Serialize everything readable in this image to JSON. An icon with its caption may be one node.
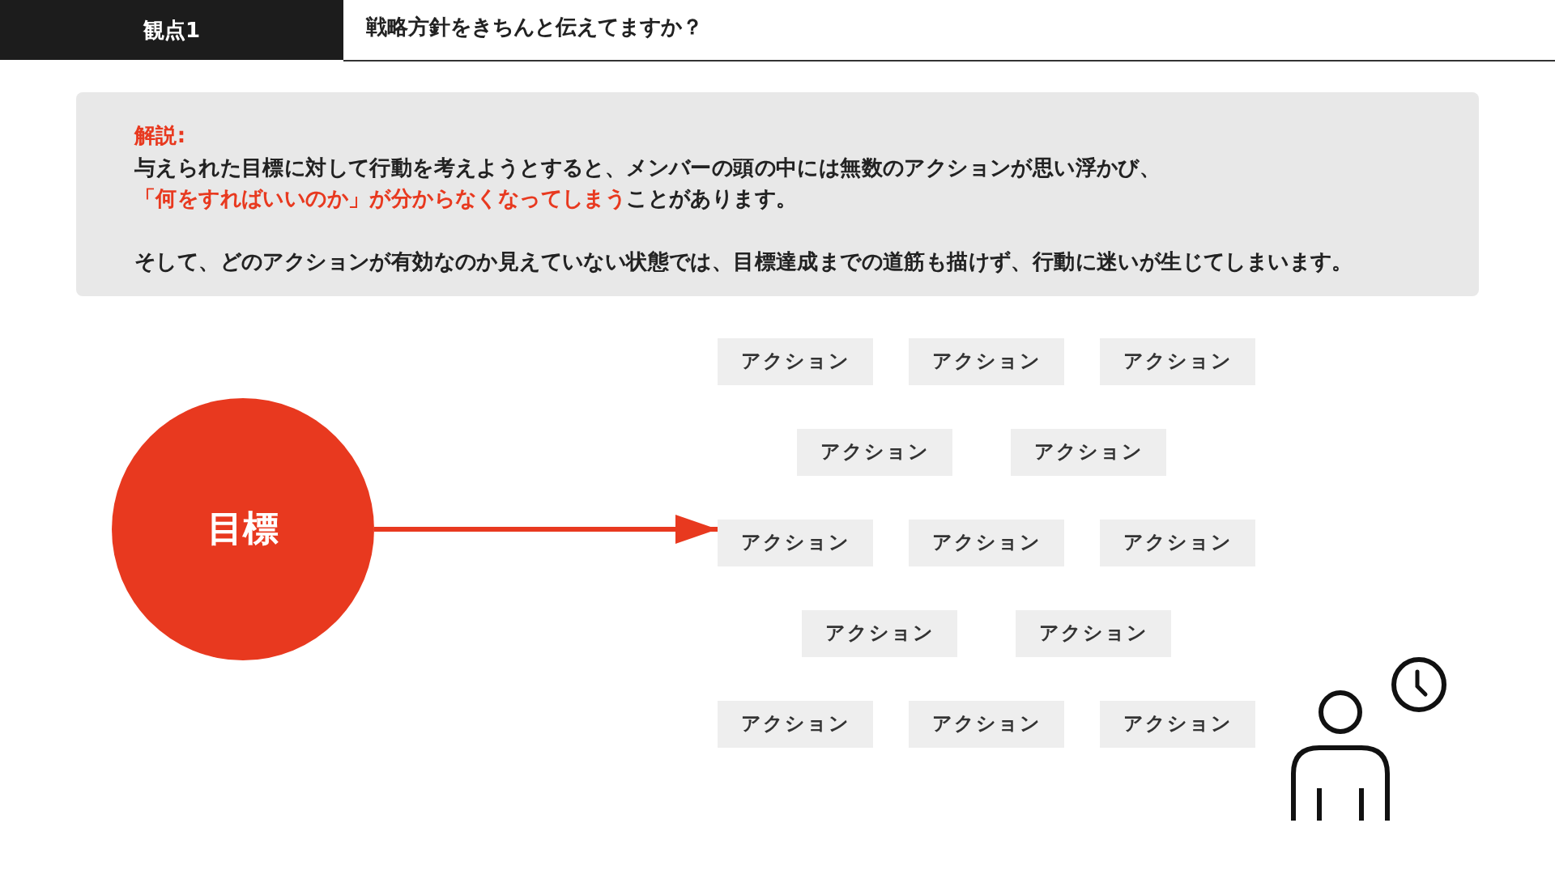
{
  "diagram": {
    "title": "戦略方針をきちんと伝えてますか？",
    "nodes": [
      {
        "text": [
          "観点1"
        ]
      },
      {
        "text": [
          "解説:",
          "与えられた目標に対して行動を考えようとすると、メンバーの頭の中には無数のアクションが思い浮かび、**「何をすればいいのか」が分からなくなってしまう**ことがあります。",
          "そして、どのアクションが有効なのか見えていない状態では、目標達成までの道筋も描けず、行動に迷いが生じてしまいます。"
        ]
      },
      {
        "text": [
          "目標"
        ]
      },
      {
        "text": [
          "アクション"
        ]
      },
      {
        "text": [
          "アクション"
        ]
      },
      {
        "text": [
          "アクション"
        ]
      },
      {
        "text": [
          "アクション"
        ]
      },
      {
        "text": [
          "アクション"
        ]
      },
      {
        "text": [
          "アクション"
        ]
      },
      {
        "text": [
          "アクション"
        ]
      },
      {
        "text": [
          "アクション"
        ]
      },
      {
        "text": [
          "アクション"
        ]
      },
      {
        "text": [
          "アクション"
        ]
      },
      {
        "text": [
          "アクション"
        ]
      },
      {
        "text": [
          "アクション"
        ]
      },
      {
        "text": [
          "アクション"
        ]
      }
    ],
    "edges": [
      {
        "from": 2,
        "to": 8,
        "arrow": "to"
      }
    ]
  }
}
